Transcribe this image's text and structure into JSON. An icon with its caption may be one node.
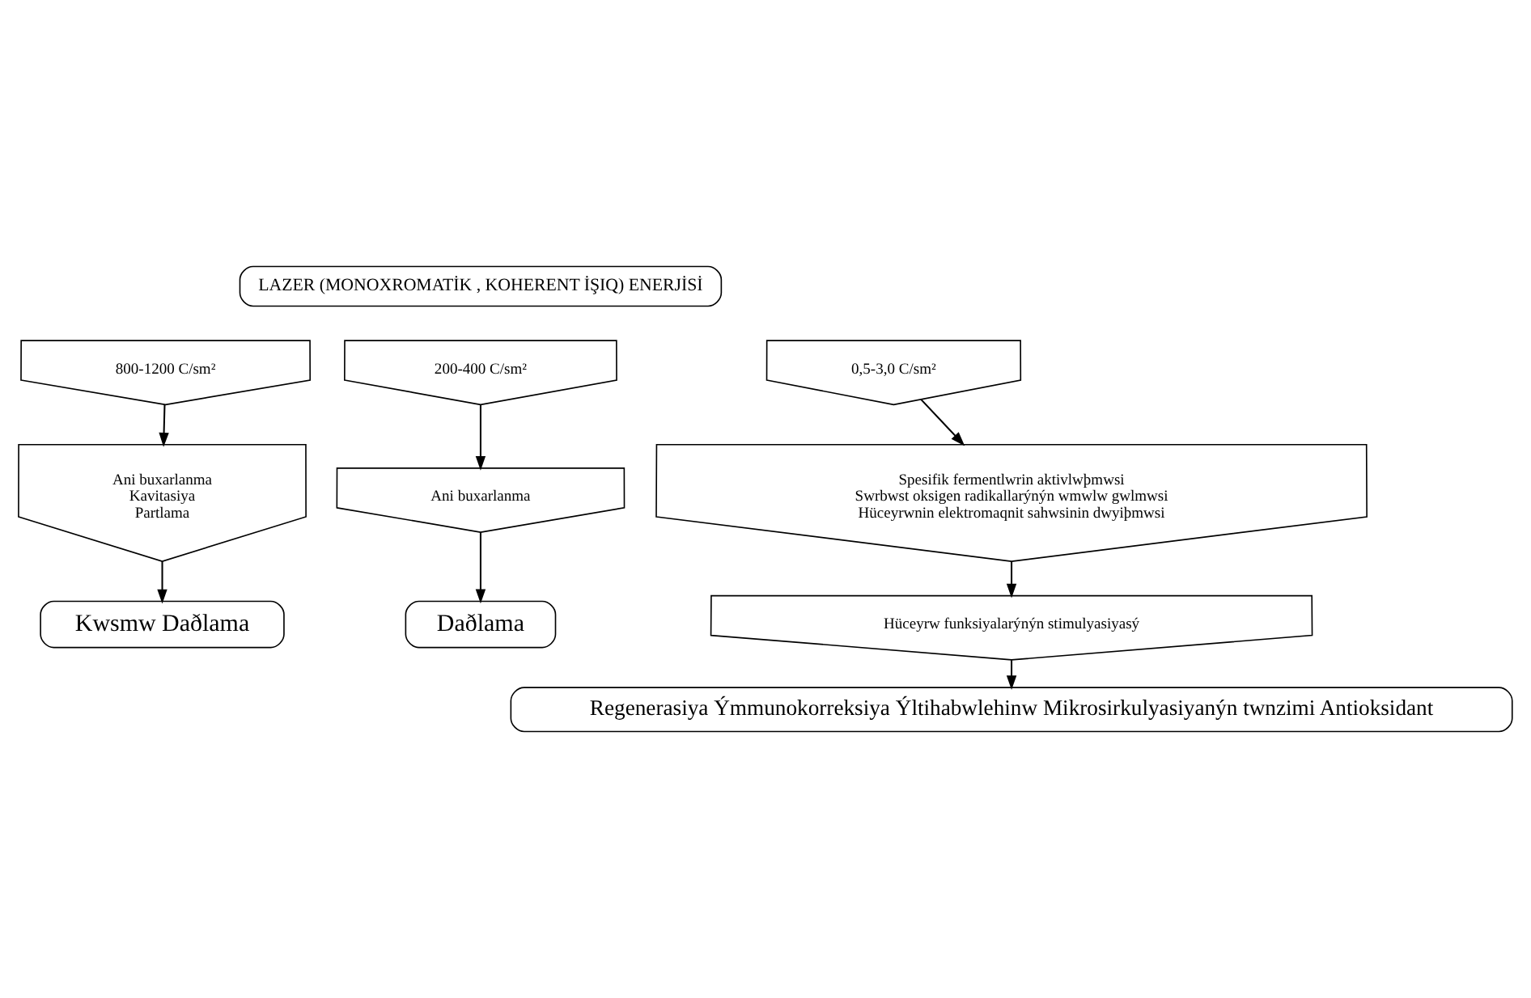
{
  "diagram": {
    "nodes": [
      {
        "text": [
          "LAZER (MONOXROMATİK , KOHERENT İŞIQ) ENERJİSİ"
        ]
      },
      {
        "text": [
          "800-1200 C/sm²"
        ]
      },
      {
        "text": [
          "Ani buxarlanma",
          "Kavitasiya",
          "Partlama"
        ]
      },
      {
        "text": [
          "Kwsmw Daðlama"
        ]
      },
      {
        "text": [
          "200-400 C/sm²"
        ]
      },
      {
        "text": [
          "Ani buxarlanma"
        ]
      },
      {
        "text": [
          "Daðlama"
        ]
      },
      {
        "text": [
          "0,5-3,0 C/sm²"
        ]
      },
      {
        "text": [
          "Spesifik fermentlwrin aktivlwþmwsi",
          "Swrbwst oksigen radikallarýnýn wmwlw gwlmwsi",
          "Hüceyrwnin elektromaqnit sahwsinin dwyiþmwsi"
        ]
      },
      {
        "text": [
          "Hüceyrw funksiyalarýnýn stimulyasiyasý"
        ]
      },
      {
        "text": [
          "Regenerasiya Ýmmunokorreksiya Ýltihabwlehinw Mikrosirkulyasiyanýn twnzimi Antioksidant"
        ]
      }
    ],
    "edges": [
      {
        "from": 1,
        "to": 2,
        "arrow": "to"
      },
      {
        "from": 2,
        "to": 3,
        "arrow": "to"
      },
      {
        "from": 4,
        "to": 5,
        "arrow": "to"
      },
      {
        "from": 5,
        "to": 6,
        "arrow": "to"
      },
      {
        "from": 7,
        "to": 8,
        "arrow": "to"
      },
      {
        "from": 8,
        "to": 9,
        "arrow": "to"
      },
      {
        "from": 9,
        "to": 10,
        "arrow": "to"
      }
    ]
  }
}
